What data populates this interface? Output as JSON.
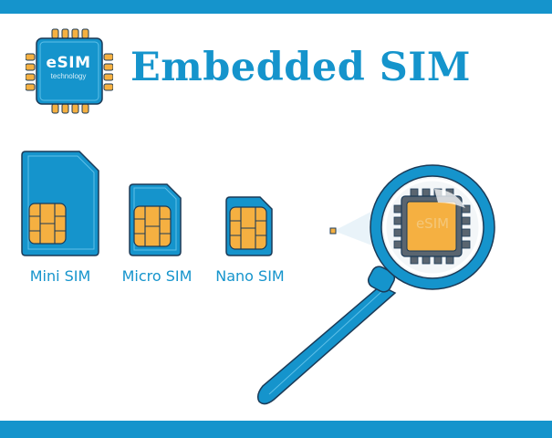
{
  "logo": {
    "name": "eSIM",
    "subtitle": "technology"
  },
  "title": "Embedded SIM",
  "sims": [
    {
      "label": "Mini SIM"
    },
    {
      "label": "Micro SIM"
    },
    {
      "label": "Nano SIM"
    }
  ],
  "magnifier": {
    "chip_label": "eSIM"
  },
  "colors": {
    "brand_blue": "#1594cc",
    "chip_gold": "#f5b041",
    "outline": "#1b3a57",
    "white": "#ffffff"
  }
}
